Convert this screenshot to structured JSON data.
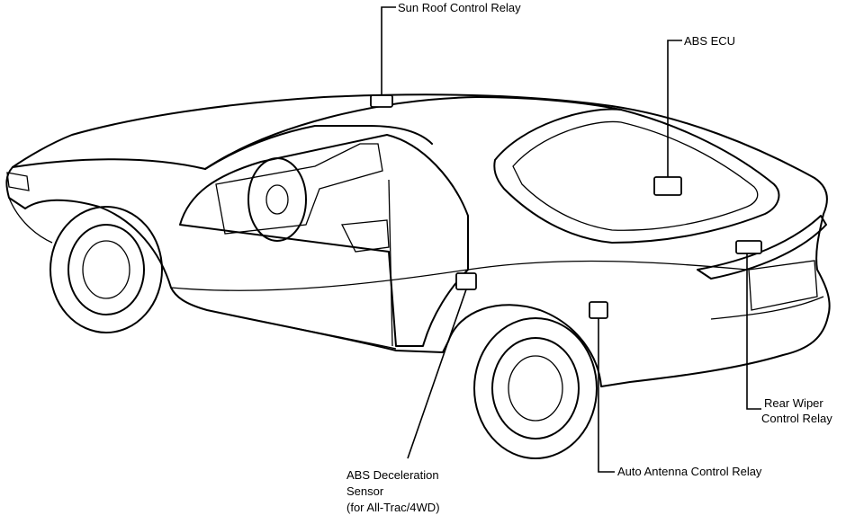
{
  "labels": {
    "sun_roof_control_relay": "Sun Roof Control Relay",
    "abs_ecu": "ABS ECU",
    "rear_wiper_control_relay_line1": "Rear Wiper",
    "rear_wiper_control_relay_line2": "Control Relay",
    "auto_antenna_control_relay": "Auto Antenna Control Relay",
    "abs_deceleration_sensor_line1": "ABS Deceleration",
    "abs_deceleration_sensor_line2": "Sensor",
    "abs_deceleration_sensor_line3": "(for All-Trac/4WD)"
  },
  "colors": {
    "ink": "#000000",
    "paper": "#ffffff"
  }
}
